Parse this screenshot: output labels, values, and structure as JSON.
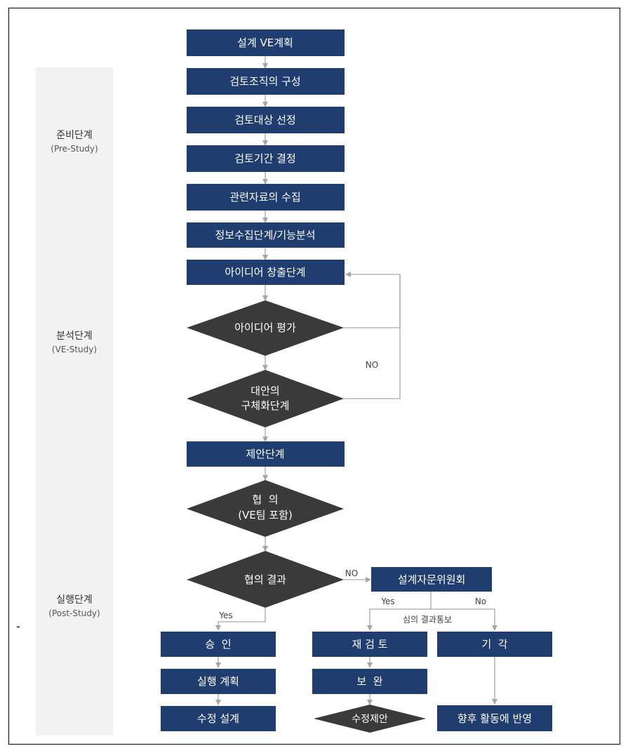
{
  "colors": {
    "box": "#1f3d6e",
    "diamond": "#3a3a3a",
    "arrow": "#a6a6a6",
    "stage_bg": "#f2f2f2",
    "box_text": "#ffffff",
    "label_text": "#404040"
  },
  "stages": {
    "prep": {
      "title": "준비단계",
      "subtitle": "(Pre-Study)"
    },
    "analysis": {
      "title": "분석단계",
      "subtitle": "(VE-Study)"
    },
    "execution": {
      "title": "실행단계",
      "subtitle": "(Post-Study)"
    }
  },
  "steps": {
    "design_ve_plan": "설계 VE계획",
    "review_org": "검토조직의 구성",
    "review_target": "검토대상 선정",
    "review_period": "검토기간 결정",
    "data_collection": "관련자료의 수집",
    "info_analysis": "정보수집단계/기능분석",
    "idea_creation": "아이디어 창출단계",
    "idea_eval": "아이디어 평가",
    "alt_concrete": [
      "대안의",
      "구체화단계"
    ],
    "proposal": "제안단계",
    "consultation": [
      "협  의",
      "(VE팀 포함)"
    ],
    "consult_result": "협의 결과",
    "committee": "설계자문위원회",
    "approval": "승  인",
    "exec_plan": "실행 계획",
    "design_revision": "수정 설계",
    "re_review": "재 검 토",
    "supplement": "보  완",
    "revised_proposal": "수정제안",
    "rejection": "기  각",
    "future_reflect": "향후 활동에 반영"
  },
  "labels": {
    "no_loop": "NO",
    "no_committee": "NO",
    "yes_approval": "Yes",
    "yes_committee": "Yes",
    "no_reject": "No",
    "review_notice": "심의 결과통보"
  },
  "margin_mark": "-"
}
